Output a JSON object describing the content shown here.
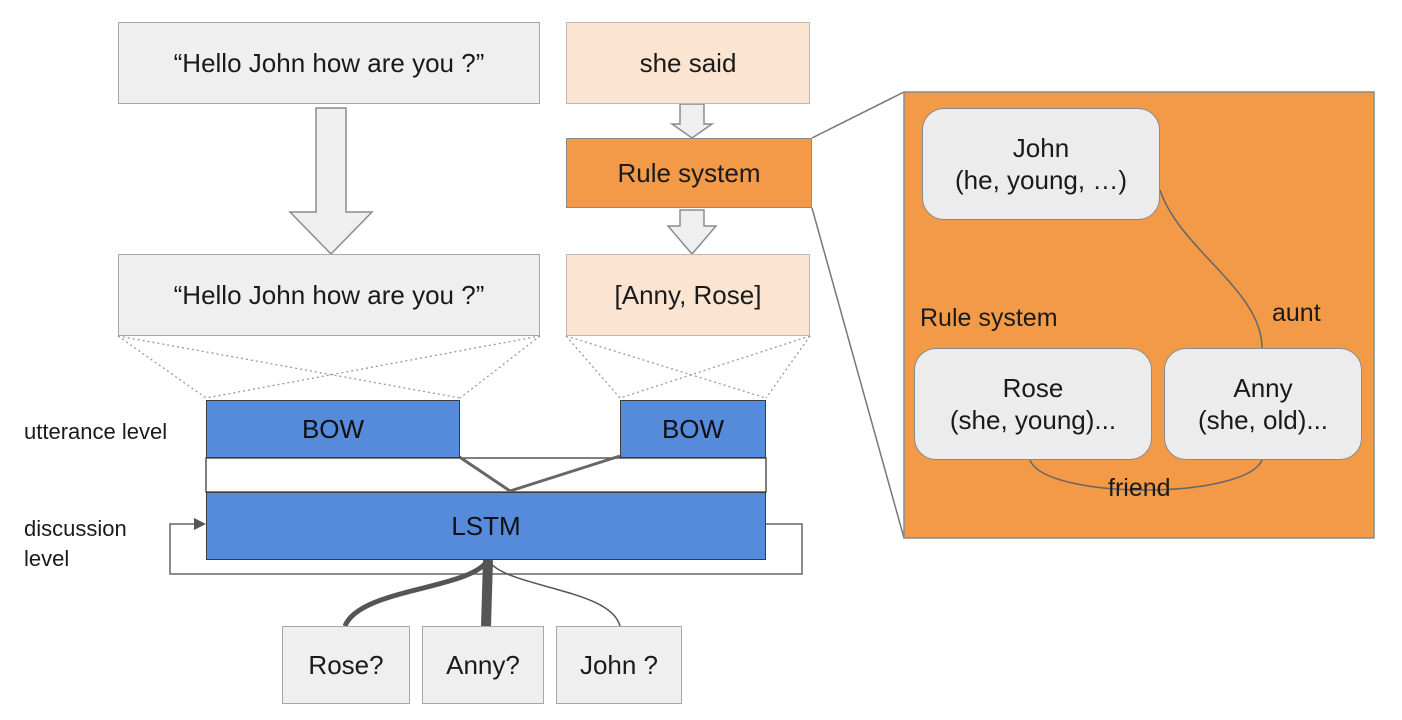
{
  "left_column": {
    "input_utterance": "“Hello John how are you ?”",
    "processed_utterance": "“Hello John how are you ?”",
    "bow": "BOW"
  },
  "right_column": {
    "input_context": "she said",
    "rule_box": "Rule system",
    "candidates": "[Anny, Rose]",
    "bow": "BOW"
  },
  "levels": {
    "utterance": "utterance level",
    "discussion_line1": "discussion",
    "discussion_line2": "level"
  },
  "lstm": "LSTM",
  "outputs": [
    "Rose?",
    "Anny?",
    "John ?"
  ],
  "rule_panel": {
    "title": "Rule system",
    "john_line1": "John",
    "john_line2": "(he, young, …)",
    "rose_line1": "Rose",
    "rose_line2": "(she, young)...",
    "anny_line1": "Anny",
    "anny_line2": "(she, old)...",
    "edge_aunt": "aunt",
    "edge_friend": "friend"
  },
  "colors": {
    "gray_box": "#efefef",
    "peach_box": "#fbe5d2",
    "orange": "#f29a48",
    "blue": "#568bdc"
  }
}
